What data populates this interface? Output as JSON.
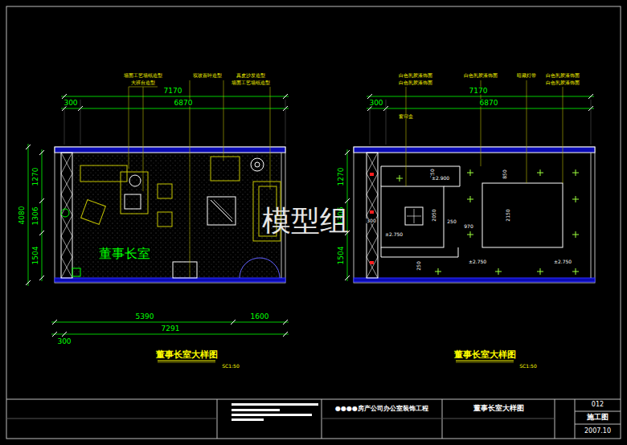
{
  "diagram": {
    "nodes": [
      {
        "text": [
          "董事长室"
        ]
      },
      {
        "text": [
          "●●●●房产公司办公室装饰工程"
        ]
      },
      {
        "text": [
          "董事长室大样图"
        ]
      },
      {
        "text": [
          "012"
        ]
      },
      {
        "text": [
          "施工图"
        ]
      },
      {
        "text": [
          "2007.10"
        ]
      }
    ],
    "labels": [
      "墙面工艺墙纸造型",
      "大班台造型",
      "双玻百叶造型",
      "真皮沙发造型",
      "墙面工艺墙纸造型",
      "7170",
      "300",
      "6870",
      "1270",
      "1306",
      "1504",
      "4080",
      "5390",
      "1600",
      "7291",
      "300",
      "董事长室大样图",
      "SC1:50",
      "白色乳胶漆饰面",
      "白色乳胶漆饰面",
      "白色乳胶漆饰面",
      "暗藏灯带",
      "白色乳胶漆饰面",
      "白色乳胶漆饰面",
      "7170",
      "300",
      "6870",
      "窗帘盒",
      "1270",
      "1306",
      "1504",
      "董事长室大样图",
      "SC1:50",
      "250",
      "2050",
      "300",
      "250",
      "970",
      "850",
      "2150",
      "250",
      "±2.750",
      "±2.900",
      "±2.750",
      "±2.750",
      "模型组"
    ]
  }
}
